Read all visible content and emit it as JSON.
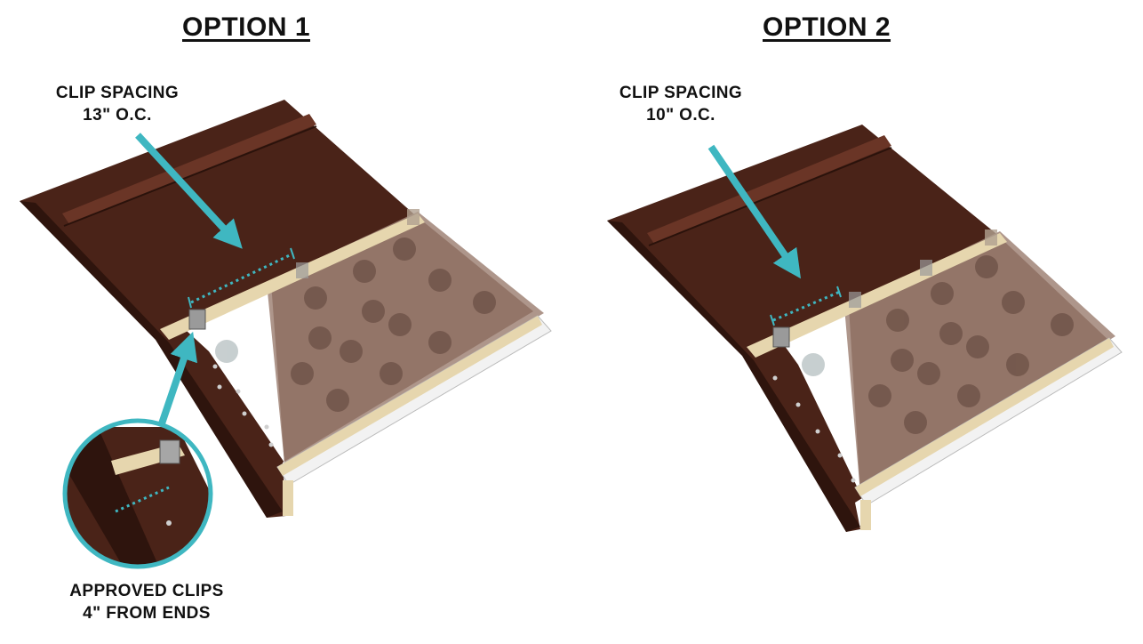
{
  "option1": {
    "title": "OPTION 1",
    "spacing_line1": "CLIP SPACING",
    "spacing_line2": "13\" O.C.",
    "clips_line1": "APPROVED CLIPS",
    "clips_line2": "4\" FROM ENDS"
  },
  "option2": {
    "title": "OPTION  2",
    "spacing_line1": "CLIP SPACING",
    "spacing_line2": "10\" O.C."
  },
  "colors": {
    "panel": "#4a2318",
    "panel_light": "#5c2d1f",
    "film": "#a08477",
    "trim": "#e6d6ae",
    "arrow": "#3fb7c1"
  }
}
